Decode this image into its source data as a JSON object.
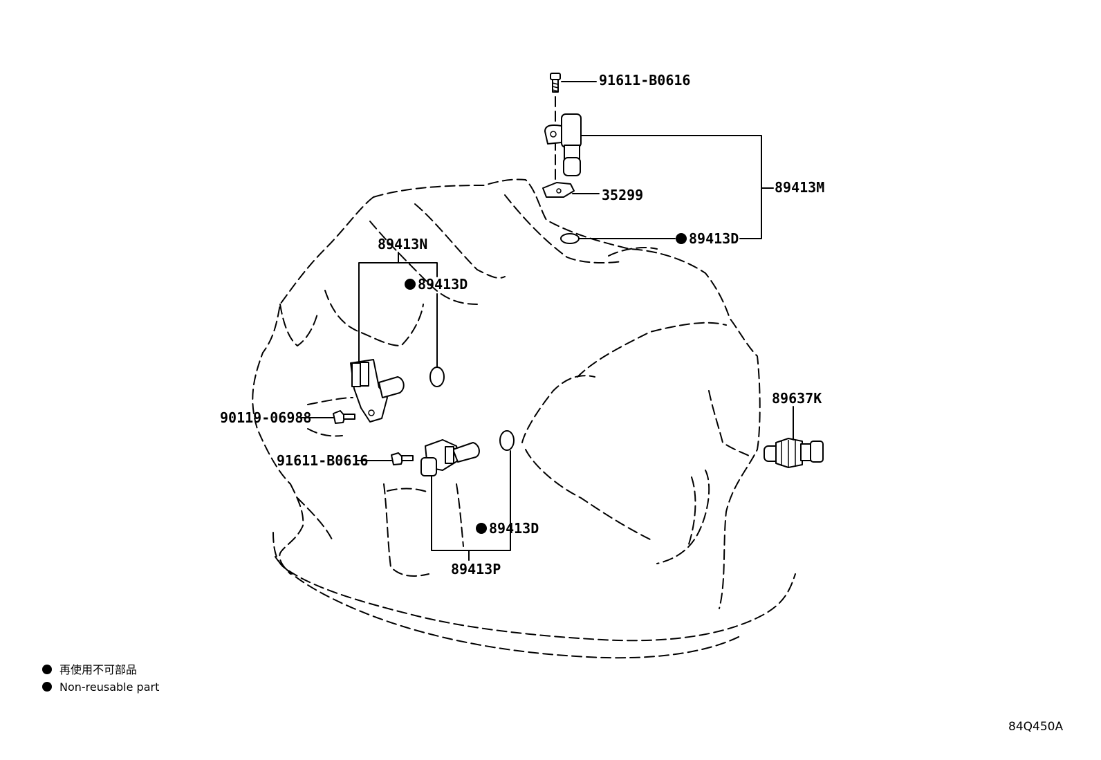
{
  "labels": {
    "bolt_top": "91611-B0616",
    "sensor_top": "89413M",
    "plate": "35299",
    "oring_top": "89413D",
    "sensor_left": "89413N",
    "oring_left": "89413D",
    "bolt_left": "90119-06988",
    "bolt_mid": "91611-B0616",
    "oring_lower": "89413D",
    "sensor_lower": "89413P",
    "switch_right": "89637K"
  },
  "legend": {
    "line1": "再使用不可部品",
    "line2": "Non-reusable part"
  },
  "diagram_code": "84Q450A",
  "icons": {
    "non_reusable_marker": "filled-circle"
  }
}
